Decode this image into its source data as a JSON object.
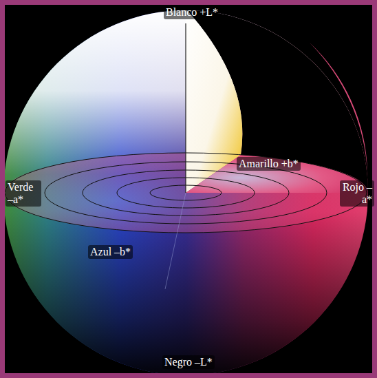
{
  "diagram": {
    "labels": [
      "Blanco +L*",
      "Amarillo +b*",
      "Verde –a*",
      "Rojo –a*",
      "Azul –b*",
      "Negro –L*"
    ]
  }
}
